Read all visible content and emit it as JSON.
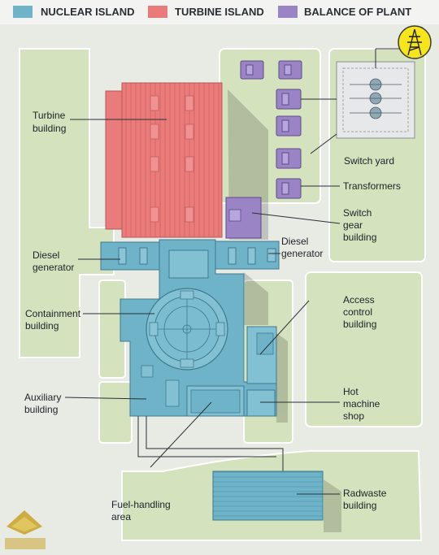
{
  "legend": [
    {
      "label": "NUCLEAR ISLAND",
      "color": "#6fb3c9"
    },
    {
      "label": "TURBINE ISLAND",
      "color": "#e97b7b"
    },
    {
      "label": "BALANCE OF PLANT",
      "color": "#9a84c6"
    }
  ],
  "labels": {
    "turbine": [
      "Turbine",
      "building"
    ],
    "switch_yard": [
      "Switch yard"
    ],
    "transformers": [
      "Transformers"
    ],
    "switch_gear": [
      "Switch",
      "gear",
      "building"
    ],
    "diesel_left": [
      "Diesel",
      "generator"
    ],
    "diesel_right": [
      "Diesel",
      "generator"
    ],
    "containment": [
      "Containment",
      "building"
    ],
    "access_control": [
      "Access",
      "control",
      "building"
    ],
    "auxiliary": [
      "Auxiliary",
      "building"
    ],
    "hot_machine": [
      "Hot",
      "machine",
      "shop"
    ],
    "fuel_handling": [
      "Fuel-handling",
      "area"
    ],
    "radwaste": [
      "Radwaste",
      "building"
    ]
  },
  "colors": {
    "nuclear": "#6fb3c9",
    "turbine": "#e97b7b",
    "bop": "#9a84c6",
    "lawn": "#d4e2bd",
    "paved": "#e8eae4",
    "pylon": "#f5e51a"
  },
  "icons": {
    "pylon": "transmission-tower-icon",
    "watermark": "arab-defense-forum-logo"
  }
}
